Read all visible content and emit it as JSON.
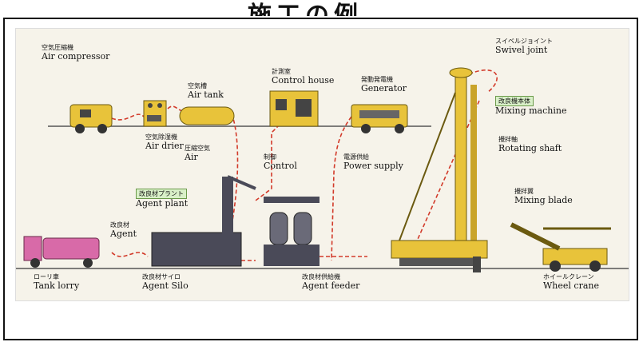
{
  "header": {
    "title": "施工の例"
  },
  "labels": {
    "air_compressor": {
      "jp": "空気圧縮機",
      "en": "Air compressor"
    },
    "air_drier": {
      "jp": "空気除湿機",
      "en": "Air drier"
    },
    "air_tank": {
      "jp": "空気槽",
      "en": "Air tank"
    },
    "compressed_air": {
      "jp": "圧縮空気",
      "en": "Air"
    },
    "control_house": {
      "jp": "計測室",
      "en": "Control house"
    },
    "control": {
      "jp": "制御",
      "en": "Control"
    },
    "generator": {
      "jp": "発動発電機",
      "en": "Generator"
    },
    "power_supply": {
      "jp": "電源供給",
      "en": "Power supply"
    },
    "swivel_joint": {
      "jp": "スイベルジョイント",
      "en": "Swivel joint"
    },
    "mixing_machine": {
      "jp": "改良機本体",
      "en": "Mixing machine"
    },
    "rotating_shaft": {
      "jp": "攪拌軸",
      "en": "Rotating shaft"
    },
    "mixing_blade": {
      "jp": "攪拌翼",
      "en": "Mixing blade"
    },
    "agent_plant": {
      "jp": "改良材プラント",
      "en": "Agent plant"
    },
    "agent": {
      "jp": "改良材",
      "en": "Agent"
    },
    "tank_lorry": {
      "jp": "ローリ車",
      "en": "Tank lorry"
    },
    "agent_silo": {
      "jp": "改良材サイロ",
      "en": "Agent Silo"
    },
    "agent_feeder": {
      "jp": "改良材供給機",
      "en": "Agent feeder"
    },
    "wheel_crane": {
      "jp": "ホイールクレーン",
      "en": "Wheel crane"
    }
  },
  "colors": {
    "machine": "#e8c33a",
    "silo": "#4a4a58",
    "lorry": "#d86aa8",
    "flow": "#d23a2a",
    "tag_bg": "#d9f0c8"
  }
}
